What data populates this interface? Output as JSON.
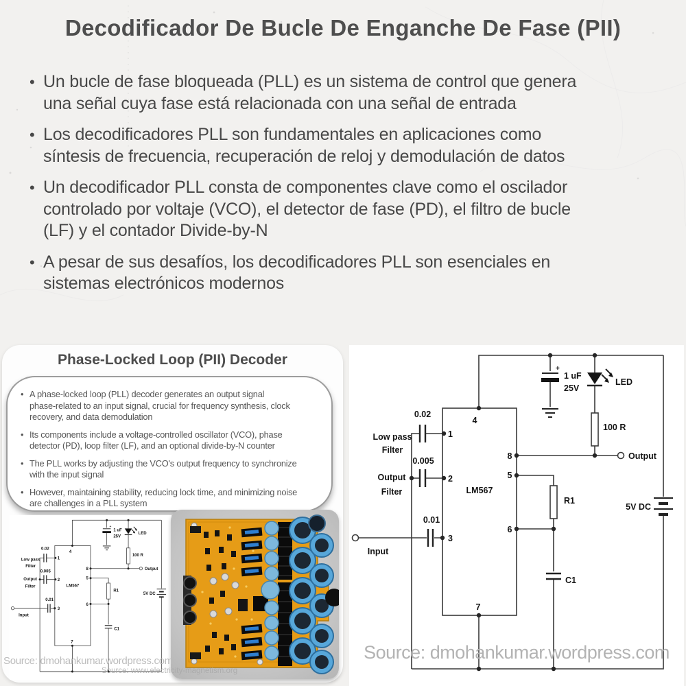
{
  "page": {
    "title": "Decodificador De Bucle De Enganche De Fase (PII)",
    "bullets": [
      {
        "lines": [
          "Un bucle de fase bloqueada (PLL) es un sistema de control que genera",
          "una señal cuya fase está relacionada con una señal de entrada"
        ]
      },
      {
        "lines": [
          "Los decodificadores PLL son fundamentales en aplicaciones como",
          "síntesis de frecuencia, recuperación de reloj y demodulación de datos"
        ]
      },
      {
        "lines": [
          "Un decodificador PLL consta de componentes clave como el oscilador",
          "controlado por voltaje (VCO), el detector de fase (PD), el filtro de bucle",
          "(LF) y el contador Divide-by-N"
        ]
      },
      {
        "lines": [
          "A pesar de sus desafíos, los decodificadores PLL son esenciales en",
          "sistemas electrónicos modernos"
        ]
      }
    ]
  },
  "infographic": {
    "title": "Phase-Locked Loop (PII) Decoder",
    "bullets": [
      {
        "lines": [
          "A phase-locked loop (PLL) decoder generates an output signal",
          "phase-related to an input signal, crucial for frequency synthesis, clock",
          "recovery, and data demodulation"
        ]
      },
      {
        "lines": [
          "Its components include a voltage-controlled oscillator (VCO), phase",
          "detector (PD), loop filter (LF), and an optional divide-by-N counter"
        ]
      },
      {
        "lines": [
          "The PLL works by adjusting the VCO's output frequency to synchronize",
          "with the input signal"
        ]
      },
      {
        "lines": [
          "However, maintaining stability, reducing lock time, and minimizing noise",
          "are challenges in a PLL system"
        ]
      }
    ],
    "source_wordpress": "Source: dmohankumar.wordpress.com",
    "source_electricity": "Source: www.electricity-magnetism.org"
  },
  "circuit": {
    "source": "Source: dmohankumar.wordpress.com",
    "labels": {
      "ic": "LM567",
      "c_low": "0.02",
      "low_pass_1": "Low pass",
      "low_pass_2": "Filter",
      "c_out": "0.005",
      "out_filter_1": "Output",
      "out_filter_2": "Filter",
      "c_in": "0.01",
      "input": "Input",
      "c_supply_1": "1 uF",
      "c_supply_2": "25V",
      "plus": "+",
      "led": "LED",
      "r_led": "100 R",
      "output": "Output",
      "r1": "R1",
      "c1": "C1",
      "supply": "5V DC",
      "pins": {
        "p1": "1",
        "p2": "2",
        "p3": "3",
        "p4": "4",
        "p5": "5",
        "p6": "6",
        "p7": "7",
        "p8": "8"
      }
    }
  },
  "colors": {
    "page_bg": "#f2f1ef",
    "panel_bg": "#ffffff",
    "text": "#4a4a4a",
    "watermark": "#b5b5b5",
    "circuit_line": "#3a3a3a",
    "pcb_board": "#e69c17",
    "pcb_cap_blue": "#57a7da"
  }
}
